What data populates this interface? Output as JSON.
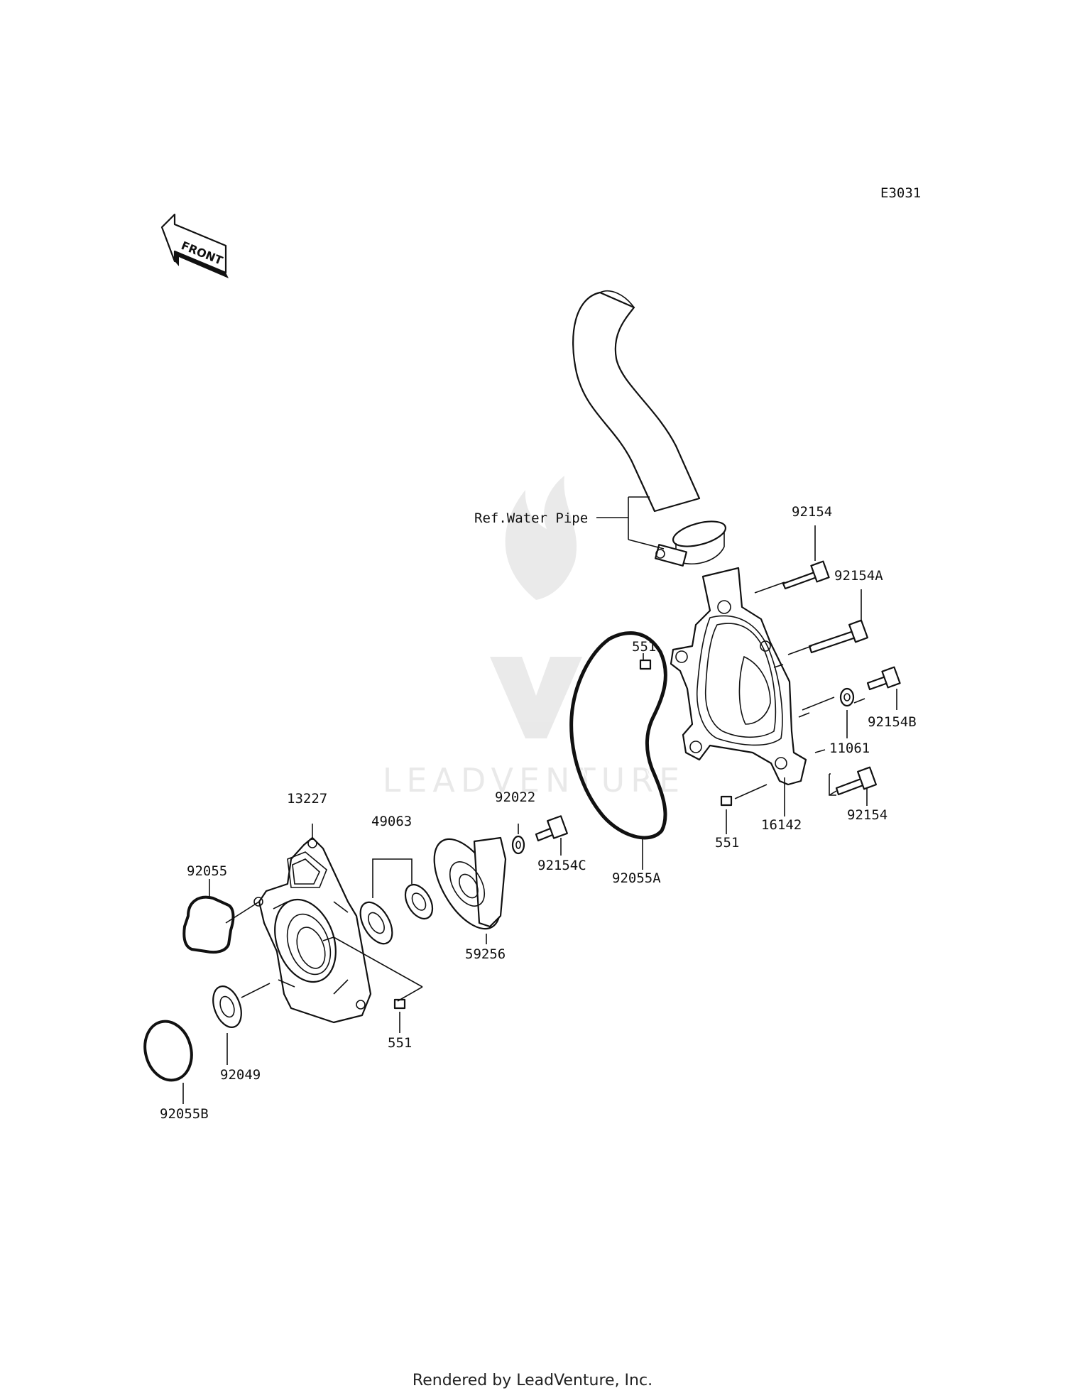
{
  "diagram": {
    "code": "E3031",
    "front_label": "FRONT",
    "ref_label": "Ref.Water Pipe",
    "watermark": "LEADVENTURE",
    "parts": {
      "p92154_top": "92154",
      "p92154A": "92154A",
      "p92154B": "92154B",
      "p11061": "11061",
      "p551_upper": "551",
      "p16142": "16142",
      "p92154_bottom": "92154",
      "p551_mid": "551",
      "p92022": "92022",
      "p92154C": "92154C",
      "p92055A": "92055A",
      "p13227": "13227",
      "p49063": "49063",
      "p92055": "92055",
      "p59256": "59256",
      "p551_lower": "551",
      "p92049": "92049",
      "p92055B": "92055B"
    },
    "footer": "Rendered by LeadVenture, Inc."
  }
}
